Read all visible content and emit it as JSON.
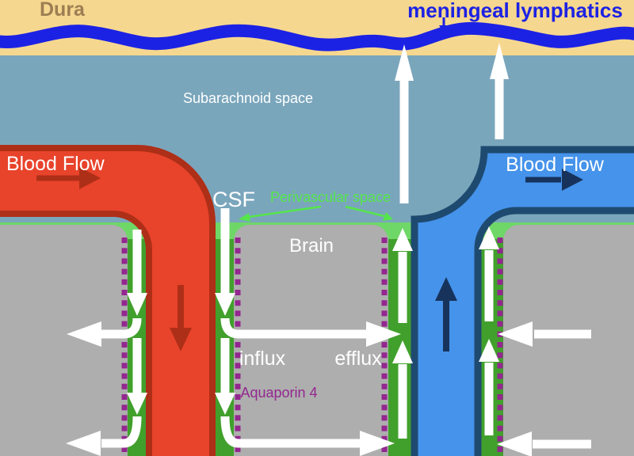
{
  "figure": {
    "labels": {
      "dura": "Dura",
      "meningeal_lymphatics": "meningeal lymphatics",
      "subarachnoid_space": "Subarachnoid space",
      "blood_flow_left": "Blood Flow",
      "blood_flow_right": "Blood Flow",
      "csf": "CSF",
      "perivascular_space": "Perivascular space",
      "brain": "Brain",
      "influx": "influx",
      "efflux": "efflux",
      "aquaporin4": "Aquaporin 4"
    },
    "colors": {
      "dura_band": "#F6D78F",
      "dura_text": "#9C7E54",
      "lymphatics_blue": "#1C22E4",
      "subarachnoid_blue": "#7AA6BC",
      "perivascular_light_green": "#6FD767",
      "perivascular_dark_green": "#41A02C",
      "perivascular_label_green": "#55E64B",
      "brain_gray": "#AEAEAE",
      "artery_fill": "#E8432B",
      "artery_dark": "#AE2F17",
      "vein_fill": "#4593EB",
      "vein_dark": "#1F4A70",
      "navy_arrow": "#17335C",
      "aquaporin_purple": "#93278F",
      "white": "#FFFFFF"
    }
  }
}
